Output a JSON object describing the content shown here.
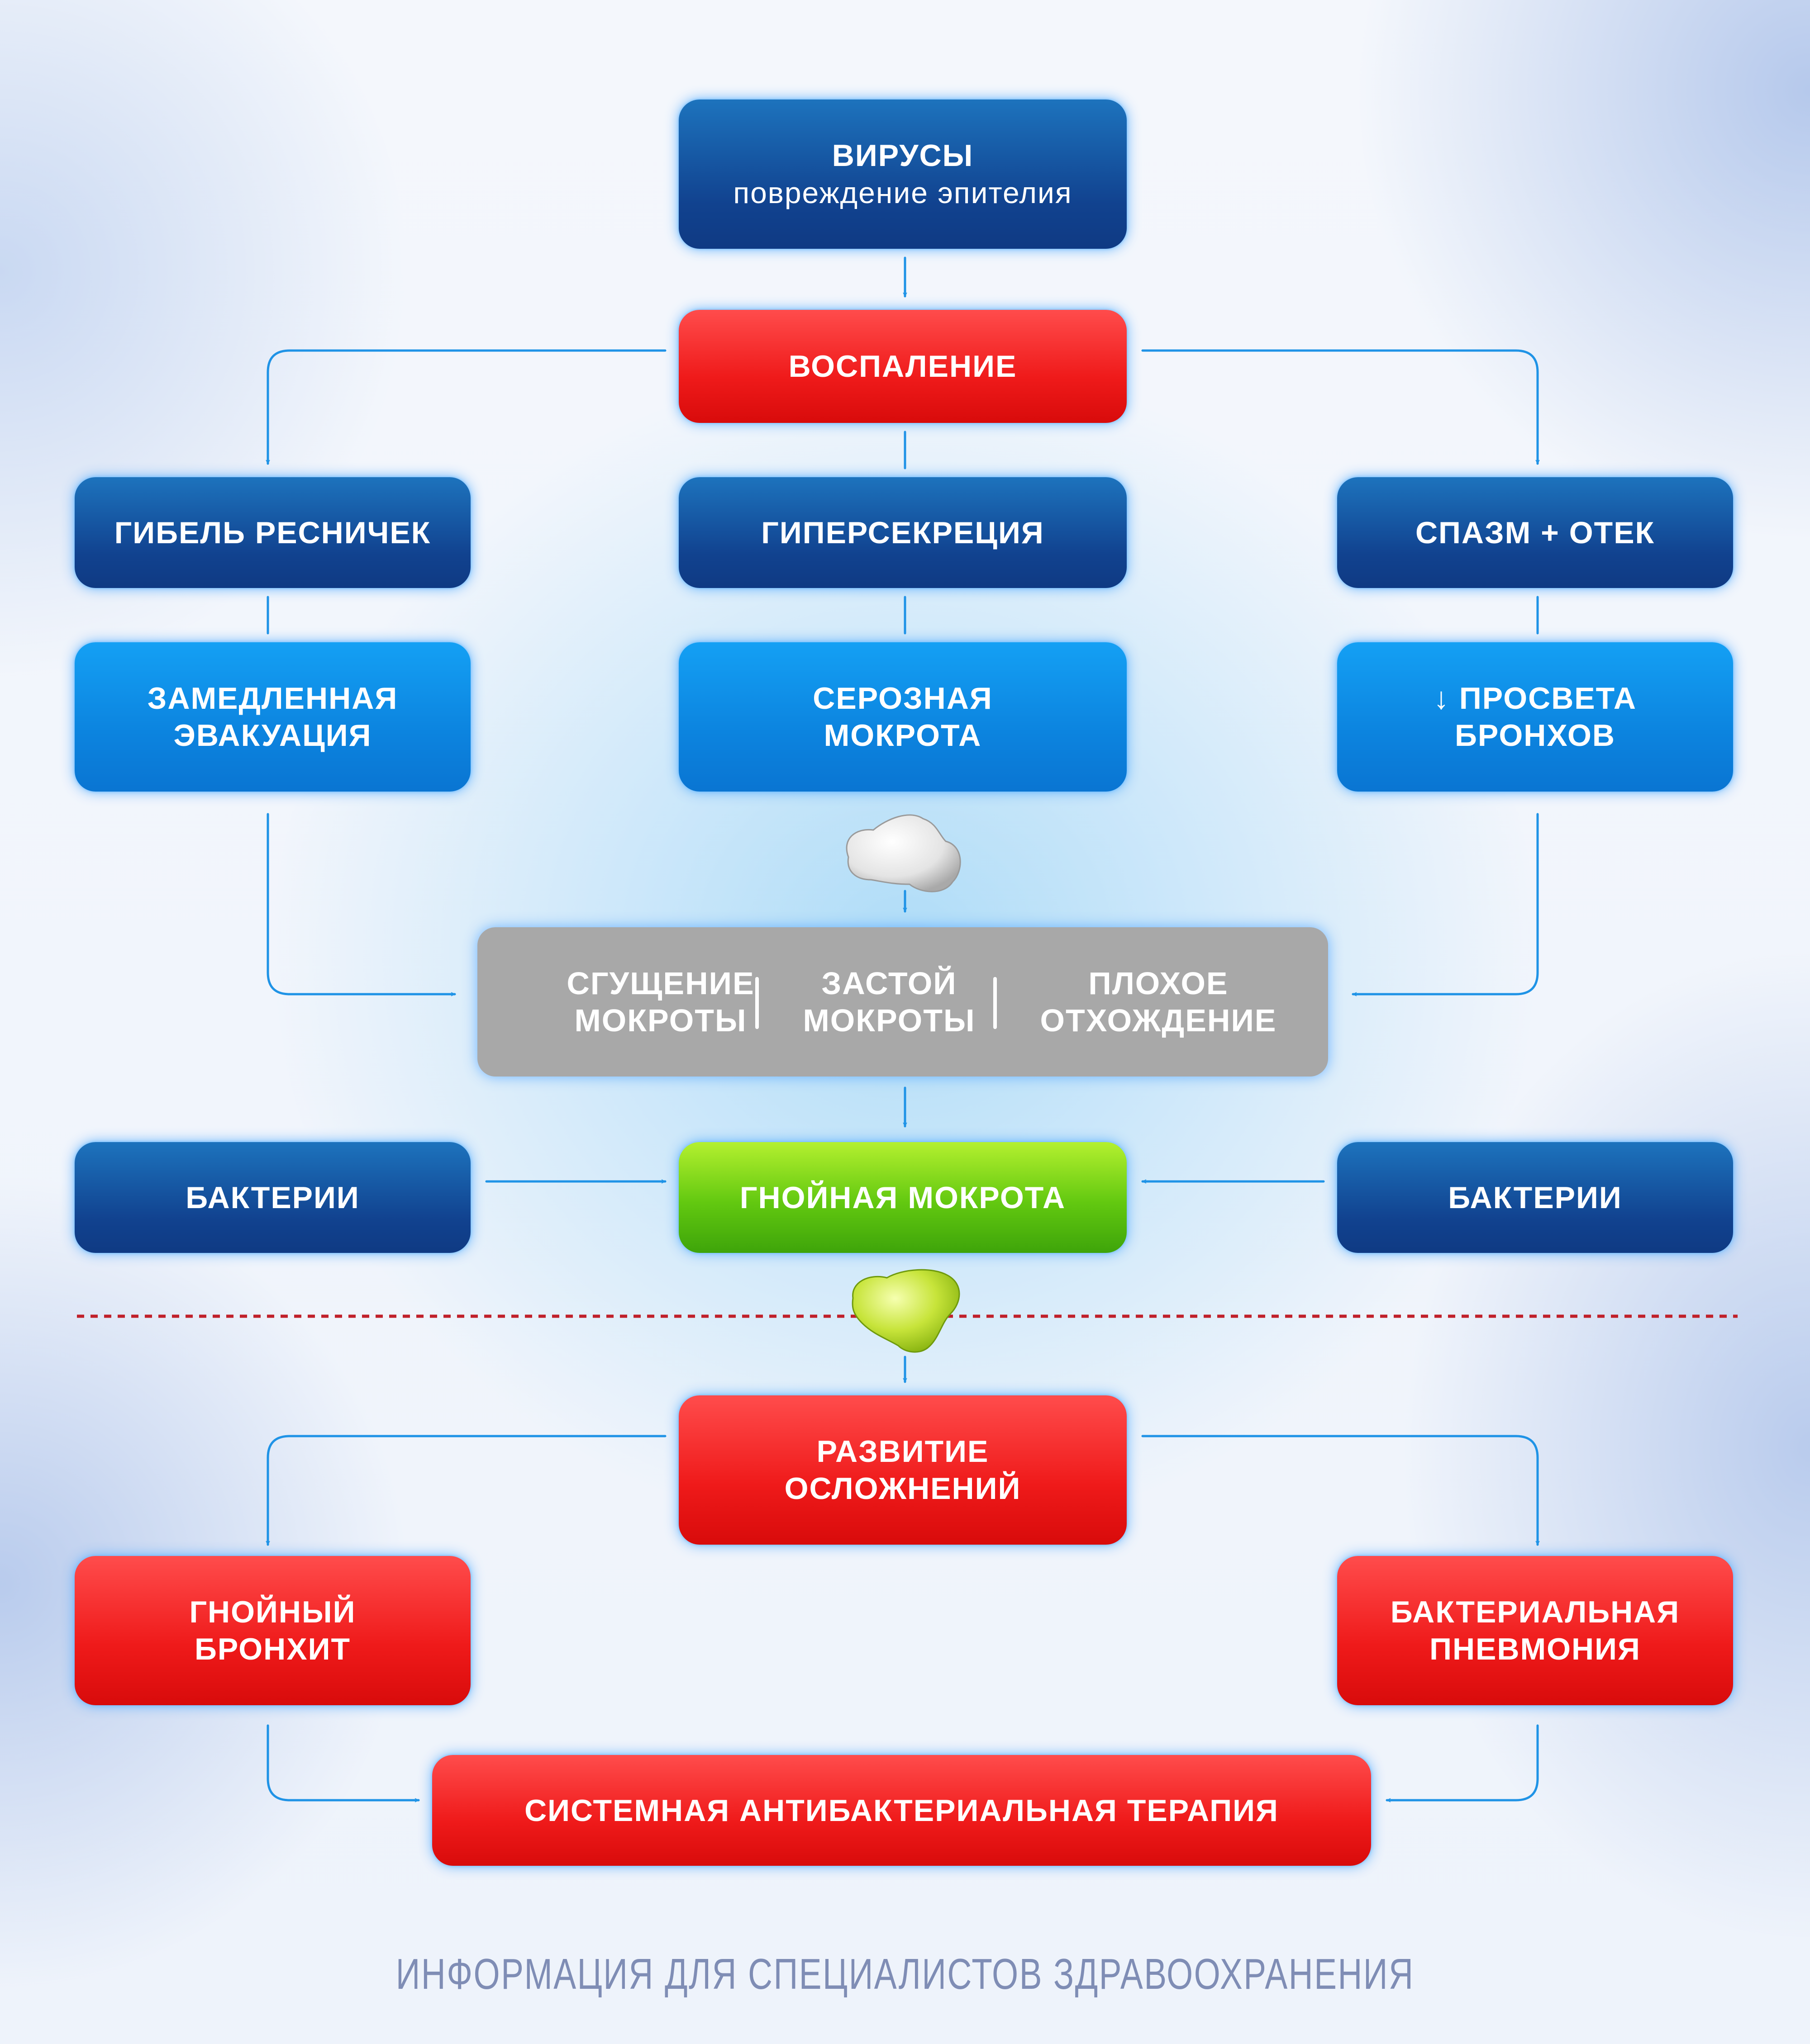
{
  "nodes": {
    "viruses_title": "ВИРУСЫ",
    "viruses_sub": "повреждение эпителия",
    "inflammation": "ВОСПАЛЕНИЕ",
    "cilia_death": "ГИБЕЛЬ РЕСНИЧЕК",
    "hypersecretion": "ГИПЕРСЕКРЕЦИЯ",
    "spasm_edema": "СПАЗМ + ОТЕК",
    "slowed_evac_1": "ЗАМЕДЛЕННАЯ",
    "slowed_evac_2": "ЭВАКУАЦИЯ",
    "serous_1": "СЕРОЗНАЯ",
    "serous_2": "МОКРОТА",
    "lumen_1": "↓ ПРОСВЕТА",
    "lumen_2": "БРОНХОВ",
    "thickening_1": "СГУЩЕНИЕ",
    "thickening_2": "МОКРОТЫ",
    "stasis_1": "ЗАСТОЙ",
    "stasis_2": "МОКРОТЫ",
    "poor_clear_1": "ПЛОХОЕ",
    "poor_clear_2": "ОТХОЖДЕНИЕ",
    "bacteria_left": "БАКТЕРИИ",
    "purulent_sputum": "ГНОЙНАЯ МОКРОТА",
    "bacteria_right": "БАКТЕРИИ",
    "complications_1": "РАЗВИТИЕ",
    "complications_2": "ОСЛОЖНЕНИЙ",
    "purulent_bronchitis_1": "ГНОЙНЫЙ",
    "purulent_bronchitis_2": "БРОНХИТ",
    "pneumonia_1": "БАКТЕРИАЛЬНАЯ",
    "pneumonia_2": "ПНЕВМОНИЯ",
    "therapy": "СИСТЕМНАЯ АНТИБАКТЕРИАЛЬНАЯ ТЕРАПИЯ"
  },
  "footer": "ИНФОРМАЦИЯ ДЛЯ СПЕЦИАЛИСТОВ ЗДРАВООХРАНЕНИЯ",
  "colors": {
    "dark_blue": "#11428f",
    "light_blue": "#0c84df",
    "red": "#ef1a1a",
    "green": "#62c810",
    "grey": "#a8a8a8",
    "arrow": "#1f93e6",
    "divider": "#c0202a"
  }
}
